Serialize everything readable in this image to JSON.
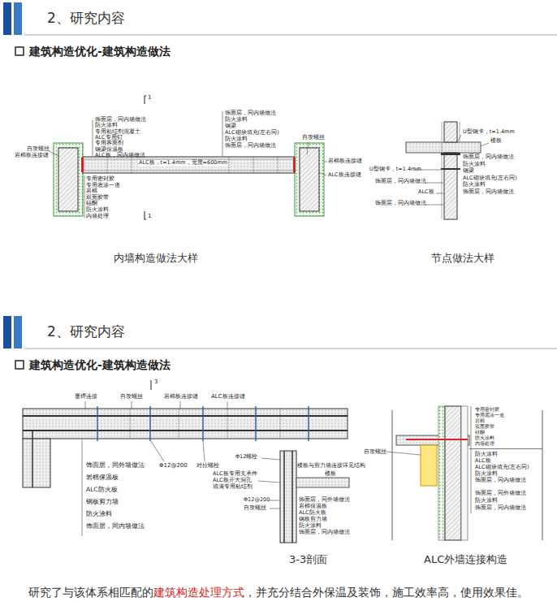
{
  "diagram": {
    "labels": [
      "2、研究内容",
      "建筑构造优化-建筑构造做法",
      "1",
      "饰面层，同内墙做法",
      "防火涂料",
      "专用粘结剂混凝土",
      "ALC专用钉",
      "专用界面剂",
      "钢梁保温板",
      "ALC板，同内墙做法",
      "ALC板，t=1.4mm，宽度=600mm",
      "专用密封胶",
      "专用底涂一道",
      "岩棉",
      "双面胶带",
      "硅酮",
      "防火涂料",
      "内墙处理",
      "饰面层，同内墙做法",
      "防火涂料",
      "钢梁",
      "ALC砌块填充(左右同)",
      "防火涂料",
      "饰面层，同内墙做法",
      "自攻螺丝",
      "岩棉板连接缝",
      "自攻螺丝",
      "岩棉板连接缝",
      "ALC板连接缝",
      "1",
      "内墙构造做法大样",
      "U型钢卡，t=1.4mm",
      "楼板",
      "饰面层，同内墙做法",
      "防火涂料",
      "钢梁",
      "ALC砌块填充(左右同)",
      "防火涂料",
      "饰面层，同内墙做法",
      "U型钢卡，t=1.4mm",
      "饰面层，同内墙做法",
      "ALC板",
      "饰面层，同内墙做法",
      "节点做法大样",
      "2、研究内容",
      "建筑构造优化-建筑构造做法",
      "3",
      "塞焊连接",
      "自攻螺丝",
      "岩棉板连接缝",
      "ALC板连接缝",
      "饰面层，同外墙做法",
      "岩棉保温板",
      "ALC防火板",
      "钢板剪力墙",
      "防火涂料",
      "饰面层，同内墙做法",
      "Φ12@200",
      "对拉螺栓",
      "Φ12螺栓",
      "ALC板专用支承件",
      "ALC板开大洞孔",
      "填满专用粘结剂",
      "楼板与剪力墙连接详见结构",
      "楼板",
      "Φ12@200",
      "自攻螺丝",
      "饰面层，同外墙做法",
      "岩棉保温板",
      "ALC防火板",
      "钢板剪力墙",
      "防火涂料",
      "饰面层，同内墙做法",
      "3-3剖面",
      "专用密封胶",
      "专用底涂一道",
      "岩棉",
      "双面胶带",
      "硅酮",
      "防火涂料",
      "内墙处理",
      "自攻螺丝",
      "防火涂料",
      "ALC板",
      "ALC砌块填充(左右同)",
      "防火涂料",
      "饰面层，同内墙做法",
      "饰面层，同外墙做法",
      "防火涂料",
      "饰面层，同内墙做法",
      "ALC外墙连接构造",
      "研究了与该体系相匹配的",
      "建筑构造处理方式",
      "，并充分结合外保温及装饰，施工效率高，使用效果佳。"
    ]
  }
}
